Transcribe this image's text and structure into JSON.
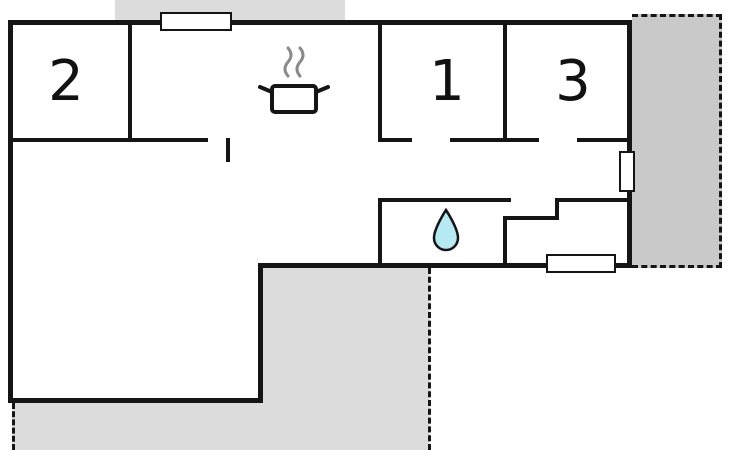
{
  "plan": {
    "type": "floor-plan",
    "rooms": [
      {
        "label": "2"
      },
      {
        "label": "1"
      },
      {
        "label": "3"
      }
    ],
    "icons": {
      "kitchen": "stove-pot-with-steam-icon",
      "bathroom": "water-drop-icon"
    },
    "colors": {
      "wall": "#151515",
      "terrace_light": "#dcdcdc",
      "terrace_dark": "#c9c9c9",
      "water_drop": "#b7e9f3",
      "steam": "#8a8a8a",
      "background": "#ffffff"
    }
  }
}
